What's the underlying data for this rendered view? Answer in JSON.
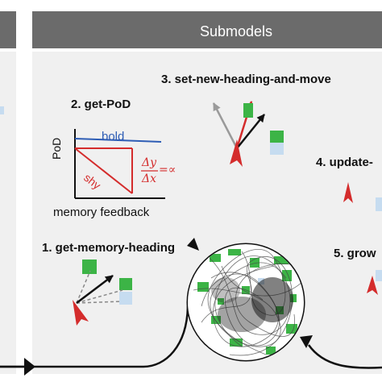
{
  "header": {
    "title": "Submodels"
  },
  "steps": {
    "s1": "1. get-memory-heading",
    "s2": "2. get-PoD",
    "s3": "3. set-new-heading-and-move",
    "s4": "4. update-",
    "s5": "5. grow"
  },
  "pod_plot": {
    "ylabel": "PoD",
    "xlabel": "memory feedback",
    "bold_label": "bold",
    "shy_label": "shy",
    "formula": {
      "dy": "Δy",
      "dx": "Δx",
      "rhs": "=∝"
    }
  },
  "colors": {
    "header_bg": "#6b6b6b",
    "panel_bg": "#f0f0f0",
    "bold_line": "#2e5db5",
    "shy_line": "#d42c2c",
    "agent_red": "#d42c2c",
    "patch_green": "#3cb446",
    "patch_blue": "#c6dcf0"
  }
}
